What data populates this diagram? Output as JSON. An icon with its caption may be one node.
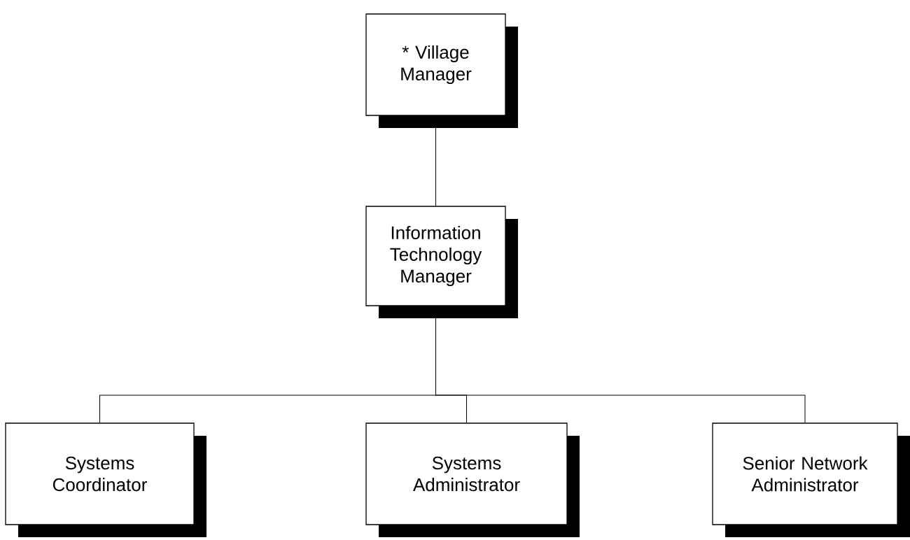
{
  "diagram": {
    "nodes": [
      {
        "text": [
          "* Village Manager"
        ]
      },
      {
        "text": [
          "Information Technology Manager"
        ]
      },
      {
        "text": [
          "Systems Coordinator"
        ]
      },
      {
        "text": [
          "Systems Administrator"
        ]
      },
      {
        "text": [
          "Senior Network Administrator"
        ]
      }
    ],
    "edges": [
      {
        "from": 0,
        "to": 1,
        "arrow": "none"
      },
      {
        "from": 1,
        "to": 2,
        "arrow": "none"
      },
      {
        "from": 1,
        "to": 3,
        "arrow": "none"
      },
      {
        "from": 1,
        "to": 4,
        "arrow": "none"
      }
    ]
  }
}
